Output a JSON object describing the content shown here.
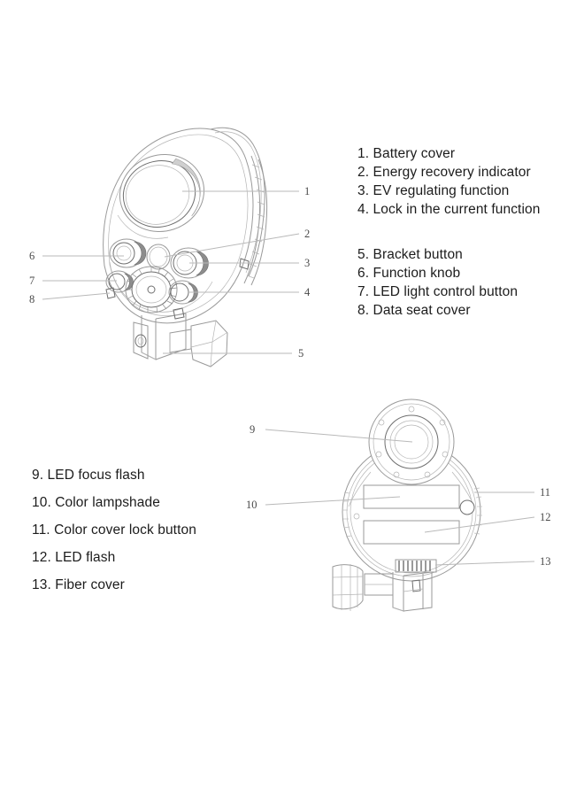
{
  "document": {
    "type": "exploded-parts-diagram",
    "subject": "Underwater camera strobe / flash",
    "background_color": "#ffffff",
    "line_color": "#9a9a9a",
    "text_color": "#1c1c1c",
    "leader_color": "#b9b9b9"
  },
  "legend_top_first": {
    "items": [
      "1. Battery cover",
      "2. Energy recovery indicator",
      "3. EV regulating function",
      "4. Lock in the current function"
    ]
  },
  "legend_top_second": {
    "items": [
      "5. Bracket button",
      "6. Function knob",
      "7. LED light control button",
      "8. Data seat cover"
    ]
  },
  "legend_bottom": {
    "items": [
      "9. LED focus flash",
      "10. Color lampshade",
      "11. Color cover lock button",
      "12. LED flash",
      "13. Fiber cover"
    ]
  },
  "callouts_top_device": [
    {
      "number": "1",
      "side": "right",
      "part": "battery-cover"
    },
    {
      "number": "2",
      "side": "right",
      "part": "energy-recovery-indicator"
    },
    {
      "number": "3",
      "side": "right",
      "part": "ev-regulating-function"
    },
    {
      "number": "4",
      "side": "right",
      "part": "lock-current-function"
    },
    {
      "number": "5",
      "side": "right",
      "part": "bracket-button"
    },
    {
      "number": "6",
      "side": "left",
      "part": "function-knob"
    },
    {
      "number": "7",
      "side": "left",
      "part": "led-light-control-button"
    },
    {
      "number": "8",
      "side": "left",
      "part": "data-seat-cover"
    }
  ],
  "callouts_bottom_device": [
    {
      "number": "9",
      "side": "left",
      "part": "led-focus-flash"
    },
    {
      "number": "10",
      "side": "left",
      "part": "color-lampshade"
    },
    {
      "number": "11",
      "side": "right",
      "part": "color-cover-lock-button"
    },
    {
      "number": "12",
      "side": "right",
      "part": "led-flash"
    },
    {
      "number": "13",
      "side": "right",
      "part": "fiber-cover"
    }
  ]
}
